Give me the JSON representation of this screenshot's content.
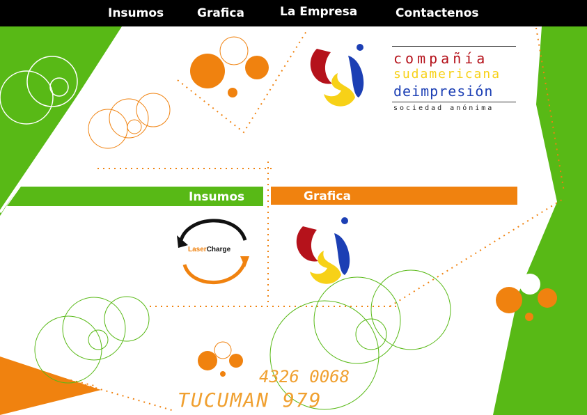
{
  "nav": {
    "insumos": "Insumos",
    "grafica": "Grafica",
    "empresa": "La Empresa",
    "contacto": "Contactenos"
  },
  "banners": {
    "insumos": "Insumos",
    "grafica": "Grafica"
  },
  "company": {
    "line1": "compañía",
    "line2": "sudamericana",
    "line3": "deimpresión",
    "line4": "sociedad anónima"
  },
  "laser": {
    "laser": "Laser",
    "charge": "Charge"
  },
  "address": {
    "number": "4326 0068",
    "street": "TUCUMAN 979"
  },
  "colors": {
    "green": "#58b916",
    "orange": "#f0820f",
    "red": "#b5121b",
    "yellow": "#f7d117",
    "blue": "#1c3fb4"
  }
}
